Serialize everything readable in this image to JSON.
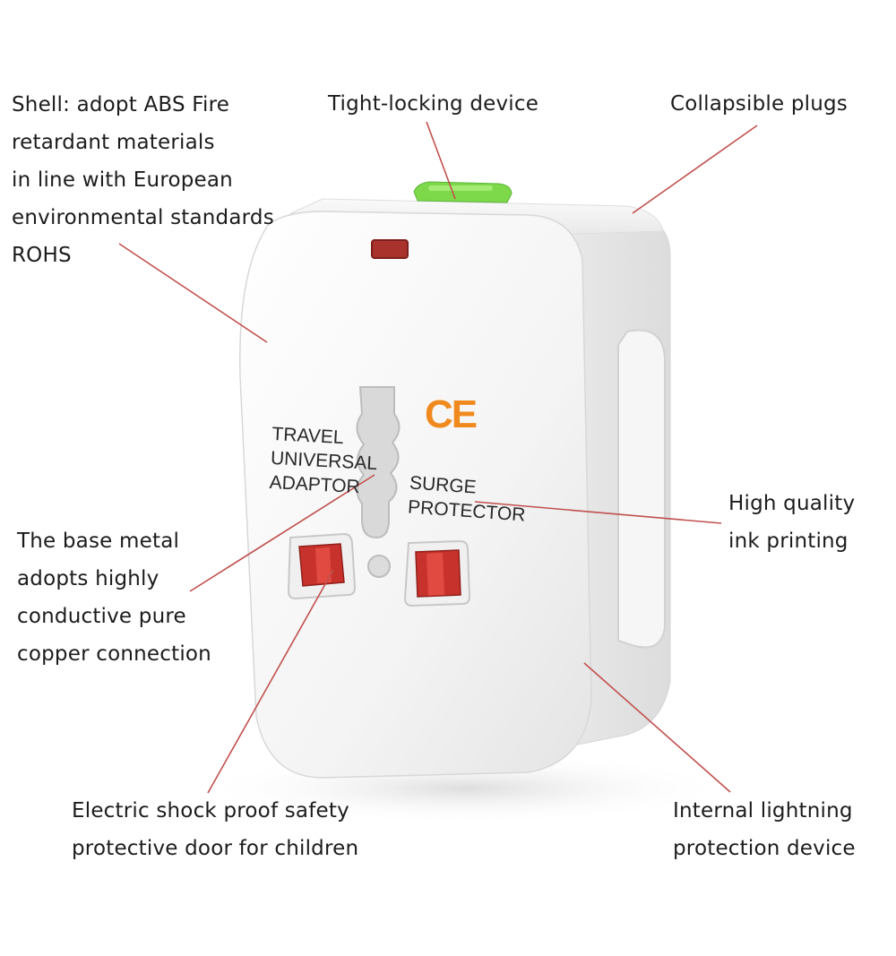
{
  "callouts": {
    "shell": [
      "Shell: adopt ABS Fire",
      "retardant materials",
      "in line with European",
      "environmental standards",
      "ROHS"
    ],
    "tight_locking": "Tight-locking device",
    "collapsible": "Collapsible plugs",
    "base_metal": [
      "The base metal",
      "adopts highly",
      "conductive pure",
      "copper connection"
    ],
    "ink_printing": [
      "High quality",
      "ink printing"
    ],
    "shock_proof": [
      "Electric shock proof safety",
      "protective door for children"
    ],
    "lightning": [
      "Internal lightning",
      "protection device"
    ]
  },
  "product_print": {
    "brand_lines": [
      "TRAVEL",
      "UNIVERSAL",
      "ADAPTOR"
    ],
    "surge_lines": [
      "SURGE",
      "PROTECTOR"
    ],
    "ce": "CE"
  },
  "colors": {
    "leader_line": "#c0504d",
    "body": "#f2f2f2",
    "socket_red": "#c8322c",
    "lock_green": "#7dd84a",
    "ce_orange": "#f08a1e"
  }
}
